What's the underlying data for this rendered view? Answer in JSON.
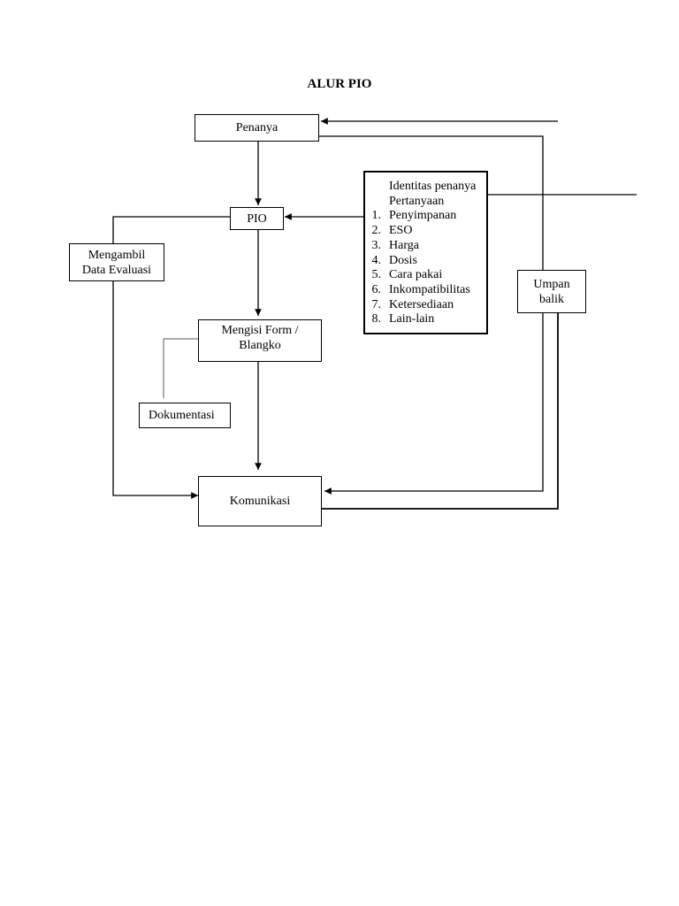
{
  "title": "ALUR PIO",
  "nodes": {
    "penanya": "Penanya",
    "pio": "PIO",
    "mengambil": [
      "Mengambil",
      "Data Evaluasi"
    ],
    "mengisi": [
      "Mengisi Form /",
      "Blangko"
    ],
    "dokumentasi": "Dokumentasi",
    "komunikasi": "Komunikasi",
    "umpan_balik": [
      "Umpan",
      "balik"
    ]
  },
  "info": {
    "headers": [
      "Identitas penanya",
      "Pertanyaan"
    ],
    "items": [
      {
        "num": "1.",
        "label": "Penyimpanan"
      },
      {
        "num": "2.",
        "label": "ESO"
      },
      {
        "num": "3.",
        "label": "Harga"
      },
      {
        "num": "4.",
        "label": "Dosis"
      },
      {
        "num": "5.",
        "label": "Cara pakai"
      },
      {
        "num": "6.",
        "label": "Inkompatibilitas"
      },
      {
        "num": "7.",
        "label": "Ketersediaan"
      },
      {
        "num": "8.",
        "label": "Lain-lain"
      }
    ]
  }
}
